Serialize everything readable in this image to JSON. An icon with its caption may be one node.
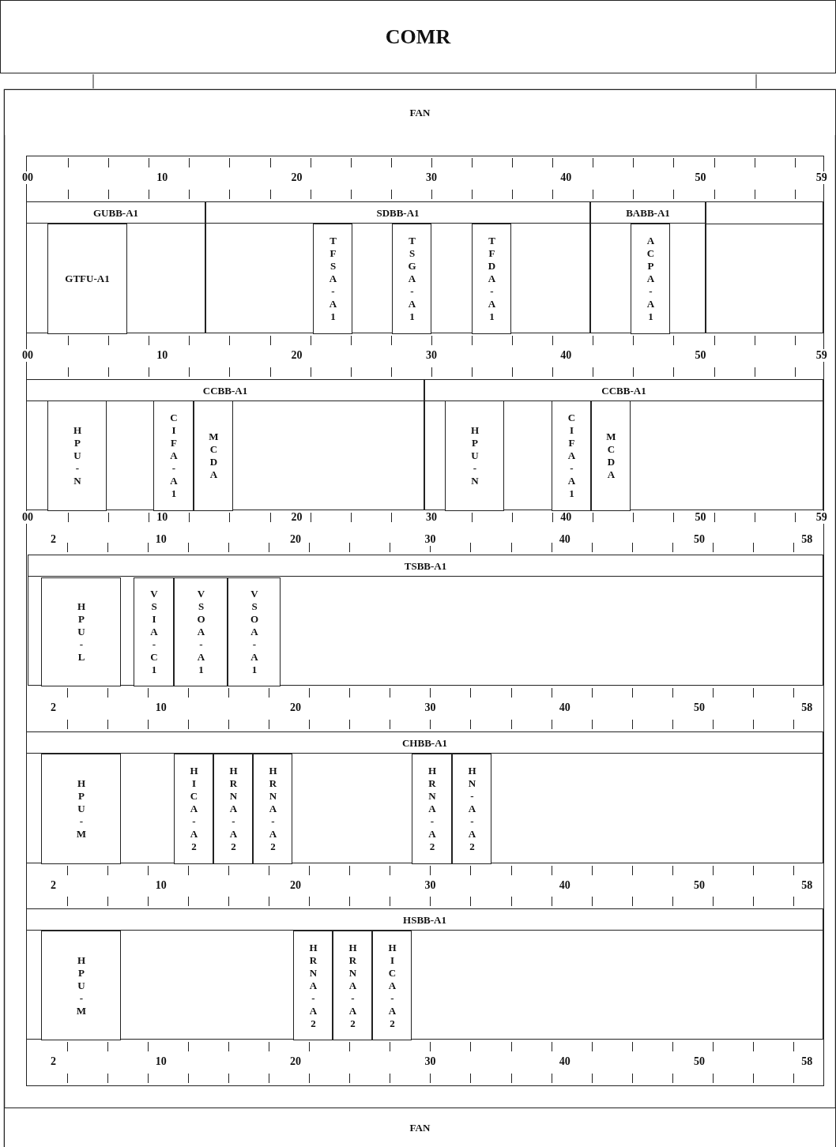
{
  "diagram": {
    "nodes": [
      {
        "text": [
          "COMR"
        ]
      },
      {
        "text": [
          "FAN"
        ]
      },
      {
        "text": [
          "GUBB-A1"
        ]
      },
      {
        "text": [
          "GTFU-A1"
        ],
        "in": 2
      },
      {
        "text": [
          "SDBB-A1"
        ]
      },
      {
        "text": [
          "TFSA-A1"
        ],
        "in": 4
      },
      {
        "text": [
          "TSGA-A1"
        ],
        "in": 4
      },
      {
        "text": [
          "TFDA-A1"
        ],
        "in": 4
      },
      {
        "text": [
          "BABB-A1"
        ]
      },
      {
        "text": [
          "ACPA-A1"
        ],
        "in": 8
      },
      {
        "text": [],
        "shape": "box"
      },
      {
        "text": [
          "CCBB-A1"
        ]
      },
      {
        "text": [
          "HPU-N"
        ],
        "in": 11
      },
      {
        "text": [
          "CIFA-A1"
        ],
        "in": 11
      },
      {
        "text": [
          "MCDA"
        ],
        "in": 11
      },
      {
        "text": [
          "CCBB-A1"
        ]
      },
      {
        "text": [
          "HPU-N"
        ],
        "in": 15
      },
      {
        "text": [
          "CIFA-A1"
        ],
        "in": 15
      },
      {
        "text": [
          "MCDA"
        ],
        "in": 15
      },
      {
        "text": [
          "TSBB-A1"
        ]
      },
      {
        "text": [
          "HPU-L"
        ],
        "in": 19
      },
      {
        "text": [
          "VSIA-C1"
        ],
        "in": 19
      },
      {
        "text": [
          "VSOA-A1"
        ],
        "in": 19
      },
      {
        "text": [
          "VSOA-A1"
        ],
        "in": 19
      },
      {
        "text": [
          "CHBB-A1"
        ]
      },
      {
        "text": [
          "HPU-M"
        ],
        "in": 24
      },
      {
        "text": [
          "HICA-A2"
        ],
        "in": 24
      },
      {
        "text": [
          "HRNA-A2"
        ],
        "in": 24
      },
      {
        "text": [
          "HRNA-A2"
        ],
        "in": 24
      },
      {
        "text": [
          "HRNA-A2"
        ],
        "in": 24
      },
      {
        "text": [
          "HN-A-A2"
        ],
        "in": 24
      },
      {
        "text": [
          "HSBB-A1"
        ]
      },
      {
        "text": [
          "HPU-M"
        ],
        "in": 31
      },
      {
        "text": [
          "HRNA-A2"
        ],
        "in": 31
      },
      {
        "text": [
          "HRNA-A2"
        ],
        "in": 31
      },
      {
        "text": [
          "HICA-A2"
        ],
        "in": 31
      },
      {
        "text": [
          "FAN"
        ]
      }
    ],
    "labels": [
      "00",
      "10",
      "20",
      "30",
      "40",
      "50",
      "59",
      "00",
      "10",
      "20",
      "30",
      "40",
      "50",
      "59",
      "00",
      "10",
      "20",
      "30",
      "40",
      "50",
      "59",
      "2",
      "10",
      "20",
      "30",
      "40",
      "50",
      "58",
      "2",
      "10",
      "20",
      "30",
      "40",
      "50",
      "58",
      "2",
      "10",
      "20",
      "30",
      "40",
      "50",
      "58",
      "2",
      "10",
      "20",
      "30",
      "40",
      "50",
      "58"
    ]
  }
}
